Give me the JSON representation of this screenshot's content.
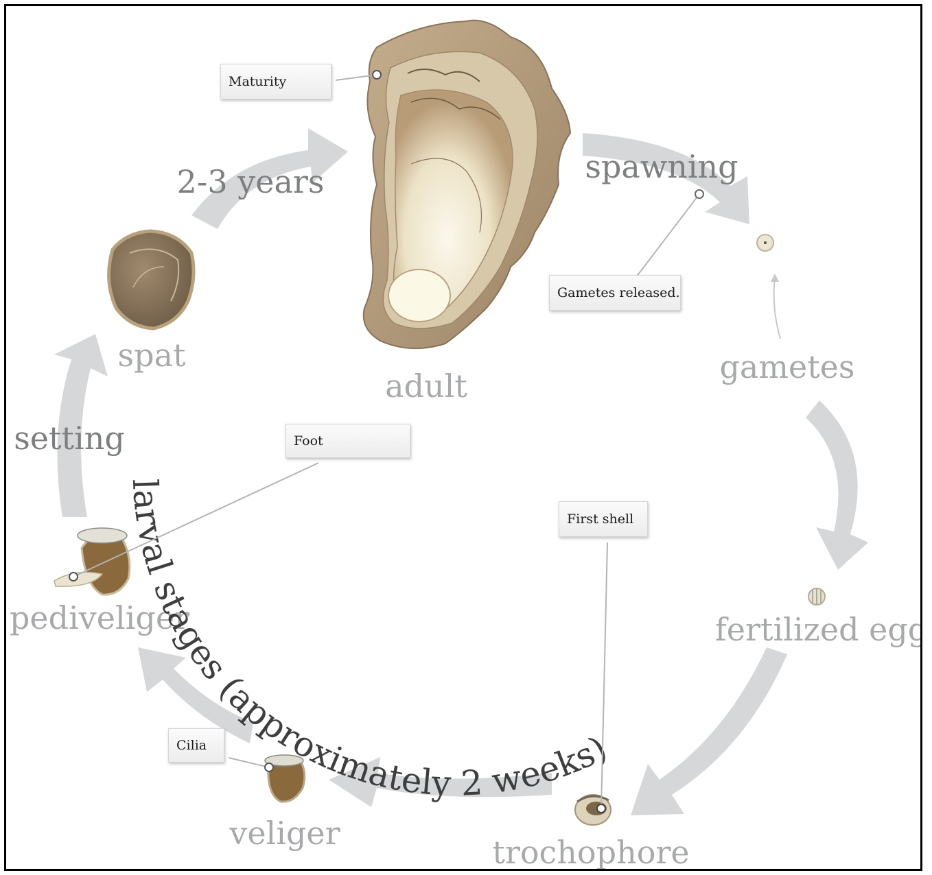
{
  "stages": {
    "adult": "adult",
    "gametes": "gametes",
    "fertilized_egg": "fertilized egg",
    "trochophore": "trochophore",
    "veliger": "veliger",
    "pediveliger": "pediveliger",
    "spat": "spat"
  },
  "processes": {
    "spawning": "spawning",
    "growth": "2-3 years",
    "setting": "setting",
    "larval": "larval stages (approximately 2 weeks)"
  },
  "callouts": {
    "maturity": "Maturity",
    "gametes_released": "Gametes released.",
    "foot": "Foot",
    "first_shell": "First shell",
    "cilia": "Cilia"
  },
  "colors": {
    "arrow": "#d6d7d8",
    "stage_text": "#a7a9ab",
    "shell_outer": "#b9a487",
    "shell_inner": "#f4efe0",
    "larva_body": "#8a6a3c"
  }
}
